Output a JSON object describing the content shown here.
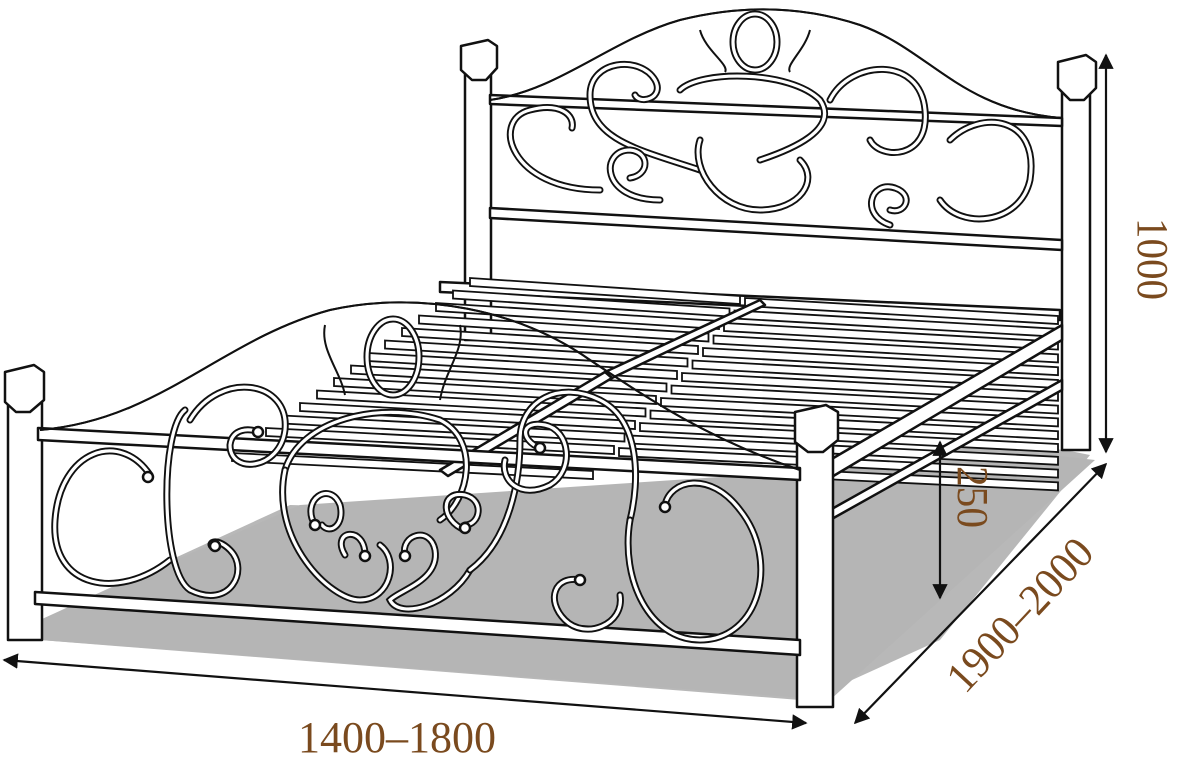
{
  "dimensions": {
    "width": "1400–1800",
    "length": "1900–2000",
    "height": "1000",
    "clearance": "250"
  },
  "colors": {
    "label": "#7a4a1e",
    "shadow": "#b8b8b8",
    "line": "#111111"
  }
}
